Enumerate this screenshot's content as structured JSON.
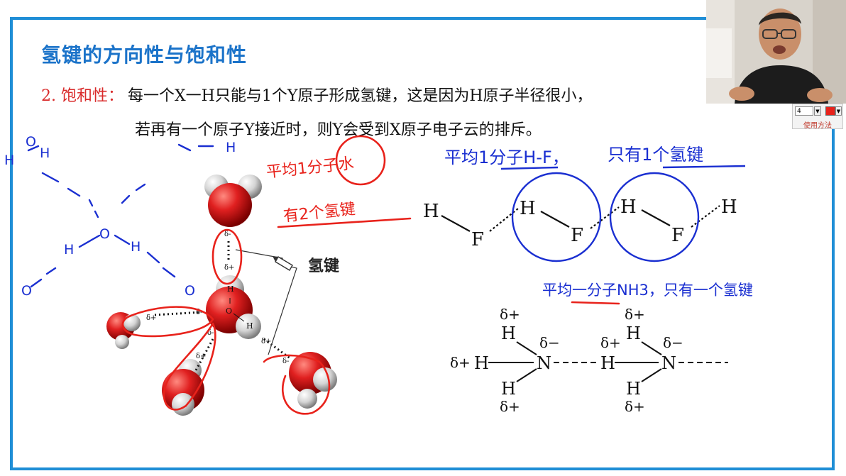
{
  "slide": {
    "title": "氢键的方向性与饱和性",
    "point_label": "2. 饱和性：",
    "line1": "每一个X一H只能与1个Y原子形成氢键，这是因为H原子半径很小，",
    "line2": "若再有一个原子Y接近时，则Y会受到X原子电子云的排斥。",
    "hbond_label": "氢键"
  },
  "water_model": {
    "delta_minus": "δ-",
    "delta_plus": "δ+",
    "h": "H",
    "o": "O"
  },
  "hf_diagram": {
    "h": "H",
    "f": "F"
  },
  "nh3_diagram": {
    "delta_plus": "δ+",
    "delta_minus": "δ−",
    "h": "H",
    "n": "N"
  },
  "annotations": {
    "water_left": [
      "平均1分子水",
      "有2个氢键"
    ],
    "hf_top": [
      "平均1分子H-F，",
      "只有1个氢键"
    ],
    "nh3_mid": "平均一分子NH3，只有一个氢键",
    "sketch_labels": [
      "H",
      "O",
      "H",
      "H",
      "O",
      "H",
      "O",
      "O",
      "H"
    ]
  },
  "toolbar": {
    "pen_size": "4",
    "pen_color": "#e8221b",
    "help_label": "使用方法"
  },
  "colors": {
    "frame": "#1f8ed6",
    "title": "#1b73c9",
    "label_red": "#d92b2b",
    "ink_red": "#e8221b",
    "ink_blue": "#1a2fd1"
  }
}
